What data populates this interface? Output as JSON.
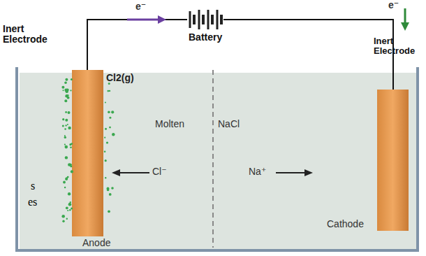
{
  "diagram": {
    "labels": [
      "e⁻",
      "e⁻",
      "Inert Electrode",
      "Battery",
      "Inert Electrode",
      "Cl2(g)",
      "Molten",
      "NaCl",
      "Cl⁻",
      "Na⁺",
      "Anode",
      "Cathode",
      "s",
      "es"
    ]
  }
}
